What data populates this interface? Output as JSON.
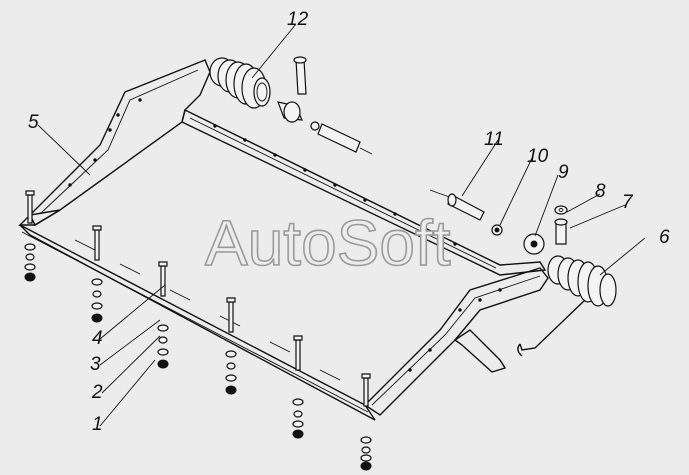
{
  "watermark": "AutoSoft",
  "callouts": [
    "1",
    "2",
    "3",
    "4",
    "5",
    "6",
    "7",
    "8",
    "9",
    "10",
    "11",
    "12"
  ],
  "colors": {
    "background": "#ececec",
    "ink": "#111111",
    "watermark_outline": "#9a9a9a"
  }
}
